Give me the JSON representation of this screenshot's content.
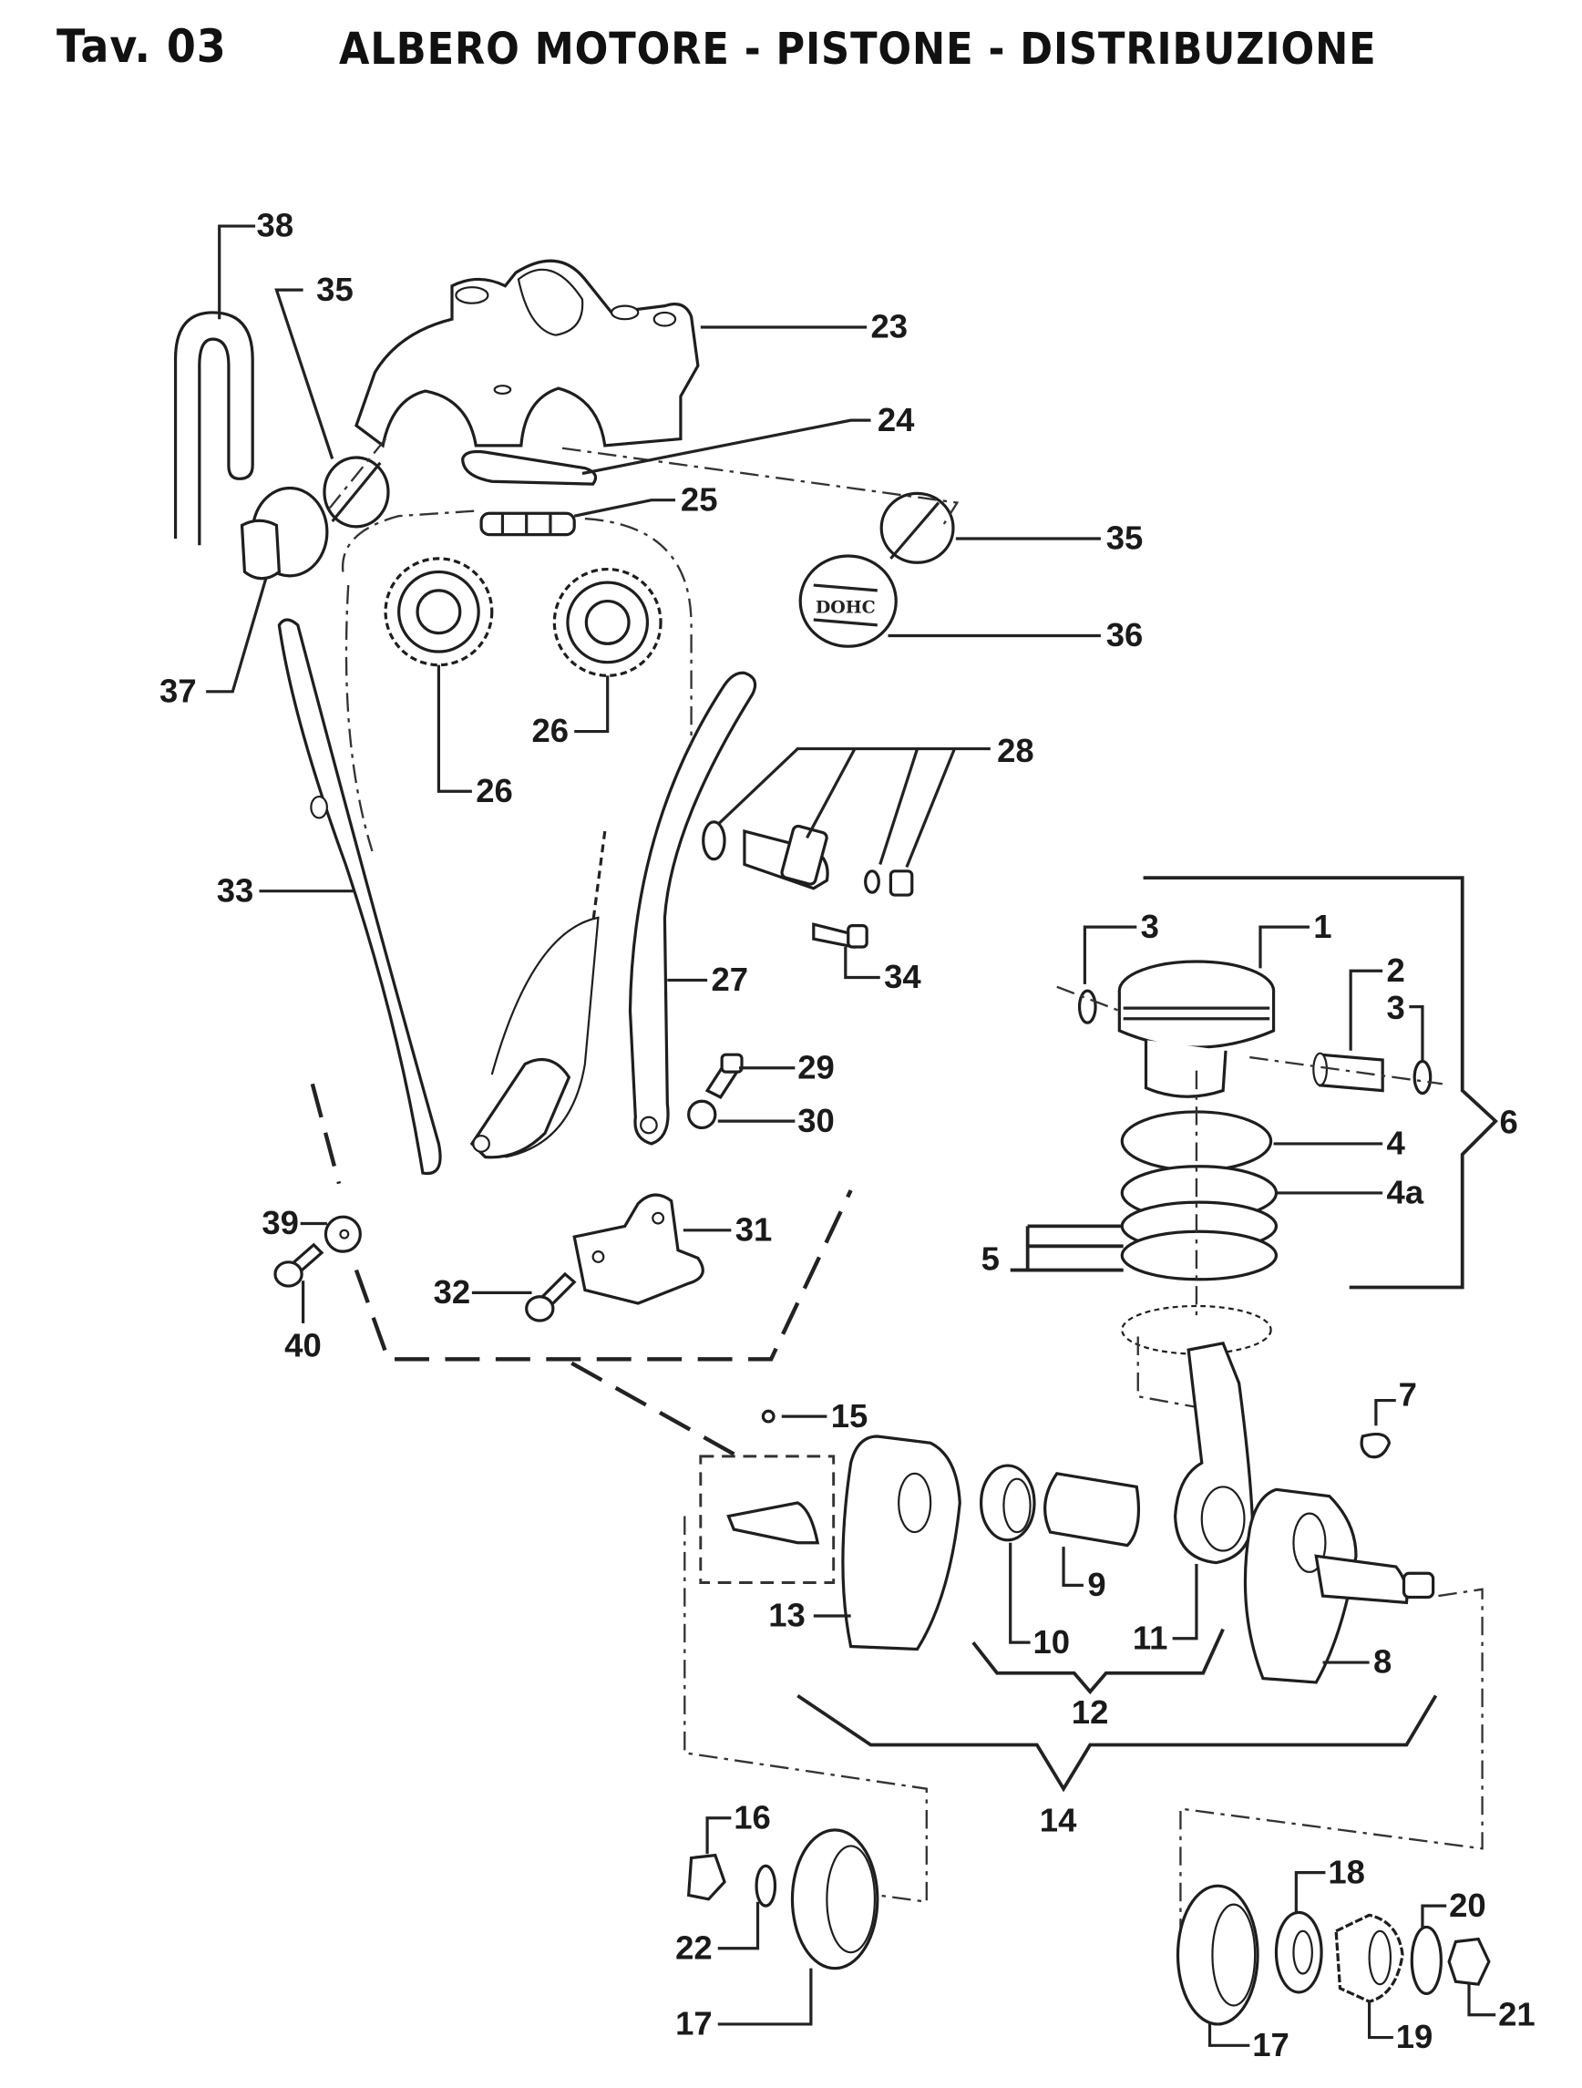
{
  "header": {
    "table_number": "Tav. 03",
    "title": "ALBERO MOTORE - PISTONE - DISTRIBUZIONE"
  },
  "cover_marking": "DOHC",
  "callouts": {
    "c1": "1",
    "c2": "2",
    "c3a": "3",
    "c3b": "3",
    "c4": "4",
    "c4a": "4a",
    "c5": "5",
    "c6": "6",
    "c7": "7",
    "c8": "8",
    "c9": "9",
    "c10": "10",
    "c11": "11",
    "c12": "12",
    "c13": "13",
    "c14": "14",
    "c15": "15",
    "c16": "16",
    "c17a": "17",
    "c17b": "17",
    "c18": "18",
    "c19": "19",
    "c20": "20",
    "c21": "21",
    "c22": "22",
    "c23": "23",
    "c24": "24",
    "c25": "25",
    "c26a": "26",
    "c26b": "26",
    "c27": "27",
    "c28": "28",
    "c29": "29",
    "c30": "30",
    "c31": "31",
    "c32": "32",
    "c33": "33",
    "c34": "34",
    "c35a": "35",
    "c35b": "35",
    "c36": "36",
    "c37": "37",
    "c38": "38",
    "c39": "39",
    "c40": "40"
  }
}
